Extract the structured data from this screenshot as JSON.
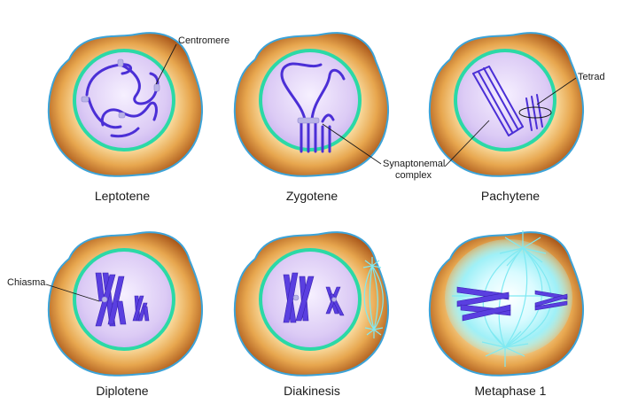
{
  "stages": [
    {
      "label": "Leptotene"
    },
    {
      "label": "Zygotene"
    },
    {
      "label": "Pachytene"
    },
    {
      "label": "Diplotene"
    },
    {
      "label": "Diakinesis"
    },
    {
      "label": "Metaphase 1"
    }
  ],
  "callouts": {
    "centromere": "Centromere",
    "synaptonemal_line1": "Synaptonemal",
    "synaptonemal_line2": "complex",
    "tetrad": "Tetrad",
    "chiasma": "Chiasma"
  },
  "colors": {
    "cell_outer": "#b8651e",
    "cell_mid": "#e7a64e",
    "cell_inner": "#fbe7b9",
    "cell_outline": "#3ca3d8",
    "nuclear_envelope": "#2bd9a6",
    "nucleus_fill": "#d7c6f2",
    "chromosome": "#4b2fd6",
    "spindle": "#7fe9f2"
  }
}
